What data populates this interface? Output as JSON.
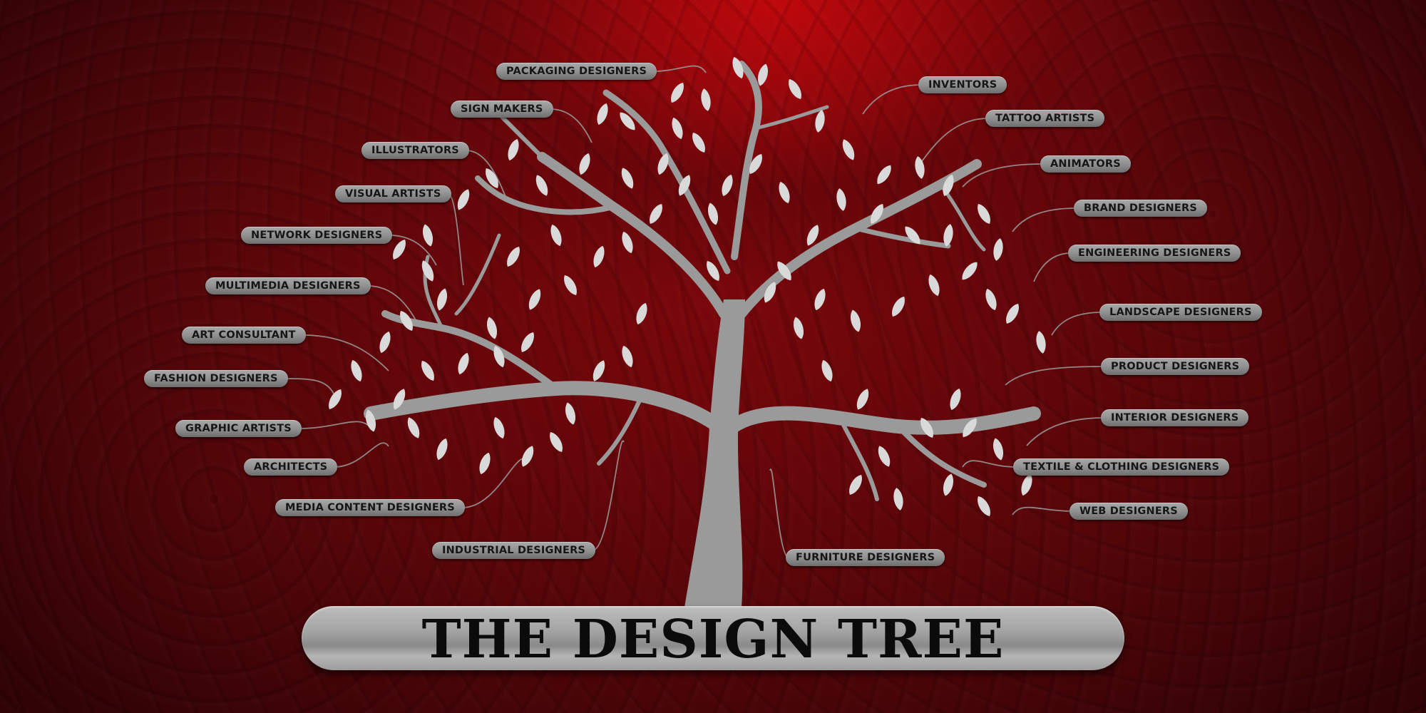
{
  "title": "THE DESIGN TREE",
  "colors": {
    "background": "#7a070b",
    "glow": "#c0080c",
    "tree": "#9a9a9a",
    "leaf": "#d9d9d9",
    "label_bg": "#9a9a9a",
    "label_text": "#161616"
  },
  "labels": [
    "PACKAGING DESIGNERS",
    "SIGN MAKERS",
    "ILLUSTRATORS",
    "VISUAL ARTISTS",
    "NETWORK DESIGNERS",
    "MULTIMEDIA DESIGNERS",
    "ART CONSULTANT",
    "FASHION DESIGNERS",
    "GRAPHIC ARTISTS",
    "ARCHITECTS",
    "MEDIA CONTENT DESIGNERS",
    "INDUSTRIAL DESIGNERS",
    "INVENTORS",
    "TATTOO ARTISTS",
    "ANIMATORS",
    "BRAND DESIGNERS",
    "ENGINEERING DESIGNERS",
    "LANDSCAPE DESIGNERS",
    "PRODUCT DESIGNERS",
    "INTERIOR DESIGNERS",
    "TEXTILE & CLOTHING DESIGNERS",
    "WEB DESIGNERS",
    "FURNITURE DESIGNERS"
  ]
}
